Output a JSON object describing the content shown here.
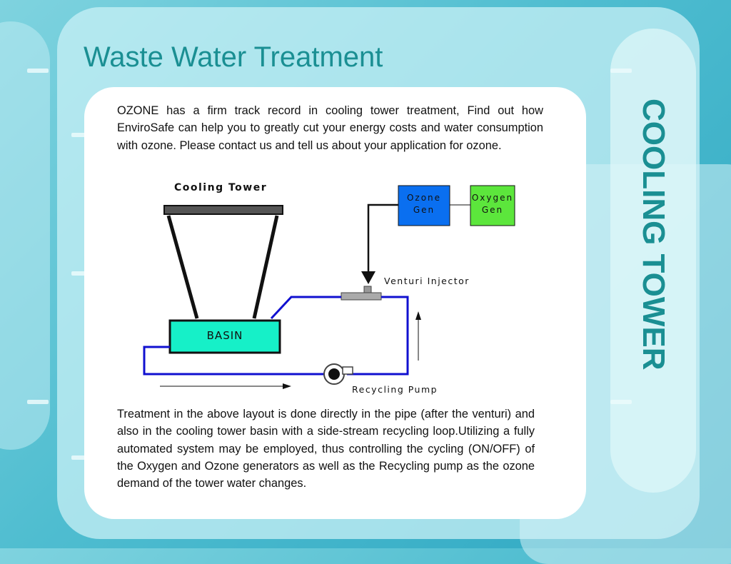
{
  "slide": {
    "title": "Waste Water Treatment",
    "side_title": "COOLING TOWER",
    "intro": "OZONE has a firm track record in cooling tower treatment, Find out how EnviroSafe can help you to greatly cut your energy costs and water consumption with ozone. Please contact us and tell us about your application for ozone.",
    "outro": "Treatment in the above layout is done directly in the pipe (after the venturi) and also in the cooling tower basin with a side-stream recycling loop.Utilizing a fully automated system may be employed, thus controlling the cycling (ON/OFF) of the Oxygen and Ozone generators as well as the Recycling pump as the ozone demand of the tower water changes."
  },
  "diagram": {
    "tower_label": "Cooling Tower",
    "basin_label": "BASIN",
    "ozone_gen_line1": "Ozone",
    "ozone_gen_line2": "Gen",
    "oxygen_gen_line1": "Oxygen",
    "oxygen_gen_line2": "Gen",
    "venturi_label": "Venturi Injector",
    "pump_label": "Recycling Pump",
    "colors": {
      "basin_fill": "#16f0c8",
      "ozone_fill": "#0a6ff0",
      "oxygen_fill": "#5ce63c",
      "pipe": "#1010d0"
    }
  },
  "theme": {
    "title_color": "#1a8f93"
  }
}
